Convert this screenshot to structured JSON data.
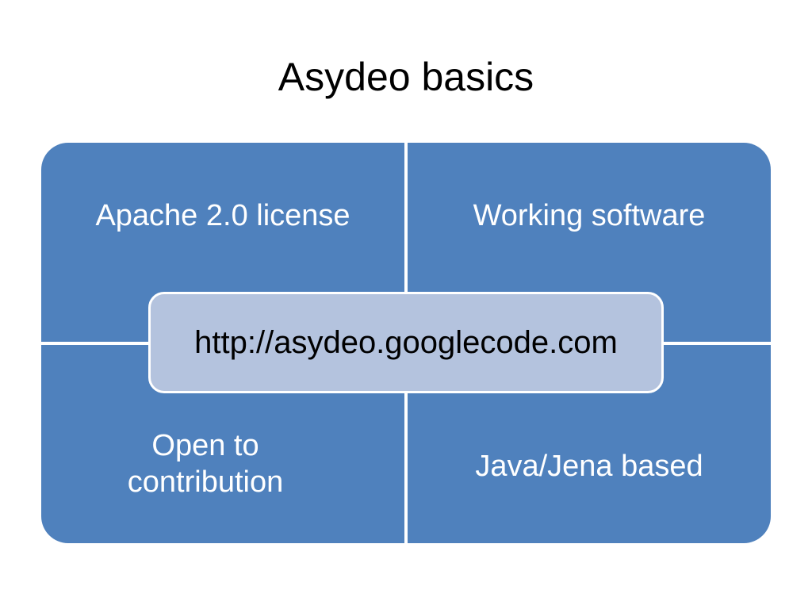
{
  "slide": {
    "title": "Asydeo basics"
  },
  "matrix": {
    "top_left": "Apache 2.0 license",
    "top_right": "Working software",
    "bottom_left": "Open to contribution",
    "bottom_right": "Java/Jena based",
    "center": "http://asydeo.googlecode.com"
  },
  "colors": {
    "quadrant_fill": "#4f81bd",
    "center_fill": "#b4c3de",
    "divider": "#ffffff",
    "quadrant_text": "#ffffff",
    "title_text": "#000000"
  }
}
